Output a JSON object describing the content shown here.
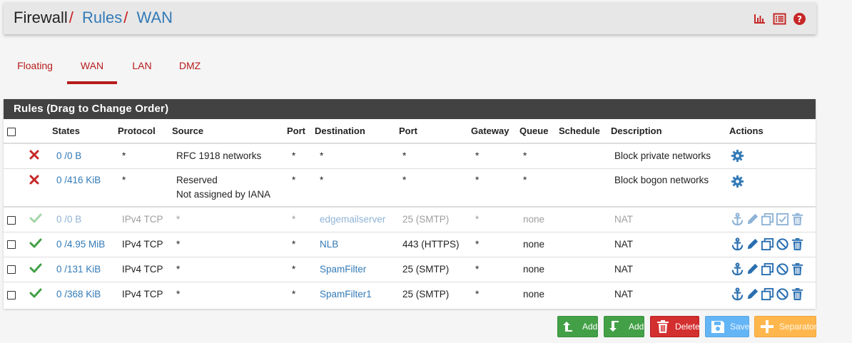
{
  "breadcrumb": {
    "items": [
      "Firewall",
      "Rules",
      "WAN"
    ],
    "separator": "/"
  },
  "header_icons": [
    "bar-chart-icon",
    "list-icon",
    "help-icon"
  ],
  "tabs": [
    {
      "label": "Floating",
      "active": false
    },
    {
      "label": "WAN",
      "active": true
    },
    {
      "label": "LAN",
      "active": false
    },
    {
      "label": "DMZ",
      "active": false
    }
  ],
  "panel": {
    "title": "Rules (Drag to Change Order)",
    "columns": [
      "States",
      "Protocol",
      "Source",
      "Port",
      "Destination",
      "Port",
      "Gateway",
      "Queue",
      "Schedule",
      "Description",
      "Actions"
    ]
  },
  "rules": [
    {
      "checkbox": false,
      "status": "block",
      "states": "0 /0 B",
      "protocol": "*",
      "source": "RFC 1918 networks",
      "source2": "",
      "src_port": "*",
      "destination": "*",
      "dst_port": "*",
      "gateway": "*",
      "queue": "*",
      "schedule": "",
      "description": "Block private networks",
      "actions": "gear"
    },
    {
      "checkbox": false,
      "status": "block",
      "states": "0 /416 KiB",
      "protocol": "*",
      "source": "Reserved",
      "source2": "Not assigned by IANA",
      "src_port": "*",
      "destination": "*",
      "dst_port": "*",
      "gateway": "*",
      "queue": "*",
      "schedule": "",
      "description": "Block bogon networks",
      "actions": "gear"
    },
    {
      "checkbox": true,
      "status": "pass-disabled",
      "states": "0 /0 B",
      "protocol": "IPv4 TCP",
      "source": "*",
      "source2": "",
      "src_port": "*",
      "destination": "edgemailserver",
      "dst_port": "25 (SMTP)",
      "gateway": "*",
      "queue": "none",
      "schedule": "",
      "description": "NAT",
      "actions": "full-disabled"
    },
    {
      "checkbox": true,
      "status": "pass",
      "states": "0 /4.95 MiB",
      "protocol": "IPv4 TCP",
      "source": "*",
      "source2": "",
      "src_port": "*",
      "destination": "NLB",
      "dst_port": "443 (HTTPS)",
      "gateway": "*",
      "queue": "none",
      "schedule": "",
      "description": "NAT",
      "actions": "full"
    },
    {
      "checkbox": true,
      "status": "pass",
      "states": "0 /131 KiB",
      "protocol": "IPv4 TCP",
      "source": "*",
      "source2": "",
      "src_port": "*",
      "destination": "SpamFilter",
      "dst_port": "25 (SMTP)",
      "gateway": "*",
      "queue": "none",
      "schedule": "",
      "description": "NAT",
      "actions": "full"
    },
    {
      "checkbox": true,
      "status": "pass",
      "states": "0 /368 KiB",
      "protocol": "IPv4 TCP",
      "source": "*",
      "source2": "",
      "src_port": "*",
      "destination": "SpamFilter1",
      "dst_port": "25 (SMTP)",
      "gateway": "*",
      "queue": "none",
      "schedule": "",
      "description": "NAT",
      "actions": "full"
    }
  ],
  "buttons": [
    {
      "label": "Add",
      "icon": "arrow-up-icon"
    },
    {
      "label": "Add",
      "icon": "arrow-down-icon"
    },
    {
      "label": "Delete",
      "icon": "trash-icon"
    },
    {
      "label": "Save",
      "icon": "save-icon"
    },
    {
      "label": "Separator",
      "icon": "plus-icon"
    }
  ],
  "colors": {
    "accent_red": "#b71c1c",
    "link_blue": "#337ab7",
    "pass_green": "#43a047",
    "block_red": "#c62828",
    "heading_bg": "#424242"
  }
}
